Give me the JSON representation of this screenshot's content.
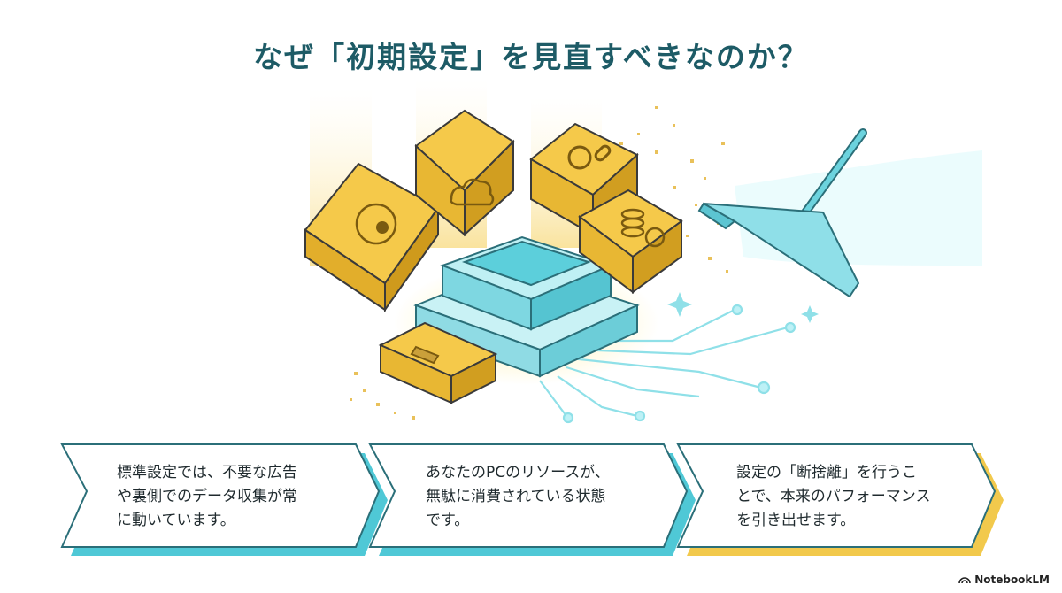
{
  "title": "なぜ「初期設定」を見直すべきなのか？",
  "steps": [
    {
      "text": "標準設定では、不要な広告\nや裏側でのデータ収集が常\nに動いています。"
    },
    {
      "text": "あなたのPCのリソースが、\n無駄に消費されている状態\nです。"
    },
    {
      "text": "設定の「断捨離」を行うこ\nとで、本来のパフォーマンス\nを引き出せます。"
    }
  ],
  "branding": {
    "label": "NotebookLM"
  },
  "colors": {
    "accent": "#1d5b66",
    "teal": "#5fd3df",
    "gold": "#f2c94c"
  },
  "icons": [
    "eye-cycle-icon",
    "cloud-wifi-icon",
    "gear-link-icon",
    "coins-percent-icon",
    "wrench-icon",
    "vacuum-cleaner-icon",
    "sparkle-icon"
  ]
}
